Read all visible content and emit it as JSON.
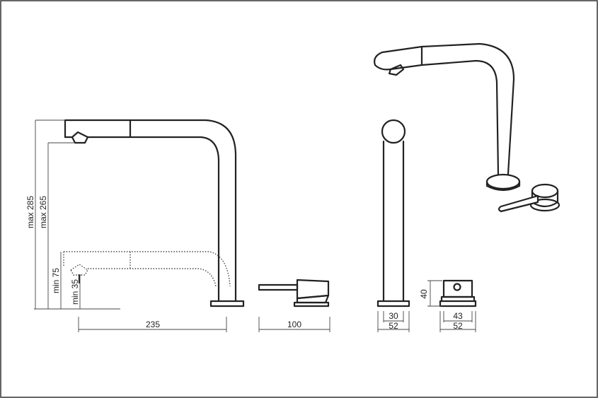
{
  "dimensions": {
    "max_285": "max 285",
    "max_265": "max 265",
    "min_75": "min 75",
    "min_35": "min 35",
    "reach_235": "235",
    "handle_100": "100",
    "spout_top_30": "30",
    "spout_base_52": "52",
    "mixer_height_40": "40",
    "mixer_top_43": "43",
    "mixer_base_52": "52"
  }
}
